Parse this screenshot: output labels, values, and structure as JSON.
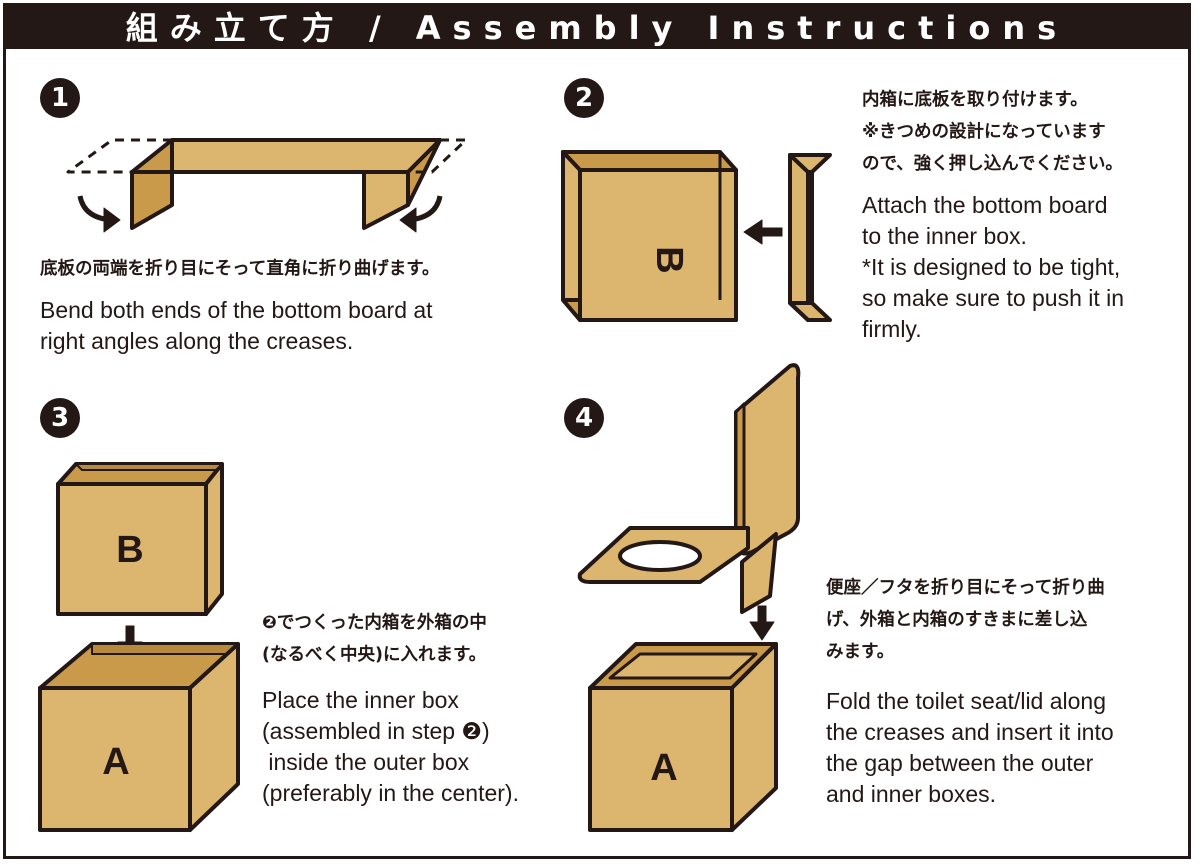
{
  "header": {
    "title": "組み立て方 / Assembly Instructions"
  },
  "steps": [
    {
      "number": "1",
      "jp": "底板の両端を折り目にそって直角に折り曲げます。",
      "en_lines": [
        "Bend both ends of the bottom board at",
        "right angles along the creases."
      ]
    },
    {
      "number": "2",
      "jp_lines": [
        "内箱に底板を取り付けます。",
        "※きつめの設計になっています",
        "ので、強く押し込んでください。"
      ],
      "en_lines": [
        "Attach the bottom board",
        "to the inner box.",
        "*It is designed to be tight,",
        "so make sure to push it in",
        "firmly."
      ],
      "box_label": "B"
    },
    {
      "number": "3",
      "jp_lines": [
        "❷でつくった内箱を外箱の中",
        "(なるべく中央)に入れます。"
      ],
      "en_lines": [
        "Place the inner box",
        "(assembled in step ❷)",
        " inside the outer box",
        "(preferably in the center)."
      ],
      "inner_box_label": "B",
      "outer_box_label": "A"
    },
    {
      "number": "4",
      "jp_lines": [
        "便座／フタを折り目にそって折り曲",
        "げ、外箱と内箱のすきまに差し込",
        "みます。"
      ],
      "en_lines": [
        "Fold the toilet seat/lid along",
        "the creases and insert it into",
        "the gap between the outer",
        "and inner boxes."
      ],
      "box_label": "A"
    }
  ],
  "colors": {
    "cardboard": "#dcb56f",
    "cardboard_dark": "#c99a4a",
    "ink": "#231815"
  }
}
